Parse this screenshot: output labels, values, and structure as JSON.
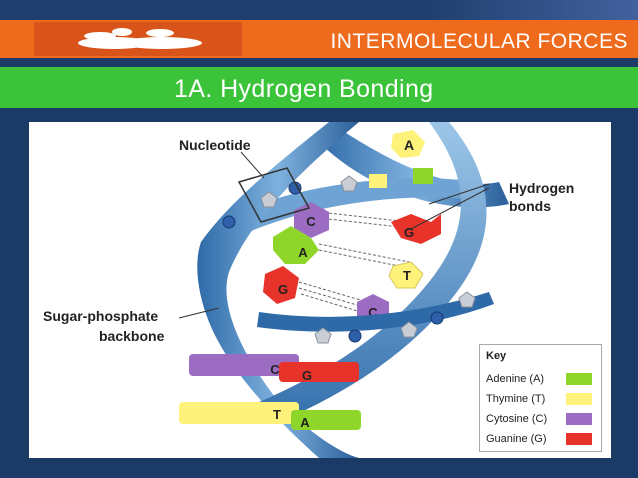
{
  "header": {
    "title": "INTERMOLECULAR FORCES"
  },
  "subtitle": "1A. Hydrogen Bonding",
  "diagram": {
    "labels": {
      "nucleotide": "Nucleotide",
      "hydrogen_bonds_line1": "Hydrogen",
      "hydrogen_bonds_line2": "bonds",
      "backbone_line1": "Sugar-phosphate",
      "backbone_line2": "backbone"
    },
    "bases": [
      "A",
      "C",
      "G",
      "A",
      "T",
      "G",
      "C",
      "C",
      "G",
      "T",
      "A"
    ],
    "key": {
      "title": "Key",
      "items": [
        {
          "label": "Adenine (A)",
          "color": "#8fd62a"
        },
        {
          "label": "Thymine (T)",
          "color": "#fff27a"
        },
        {
          "label": "Cytosine (C)",
          "color": "#9b6cc2"
        },
        {
          "label": "Guanine (G)",
          "color": "#e8332a"
        }
      ]
    }
  }
}
